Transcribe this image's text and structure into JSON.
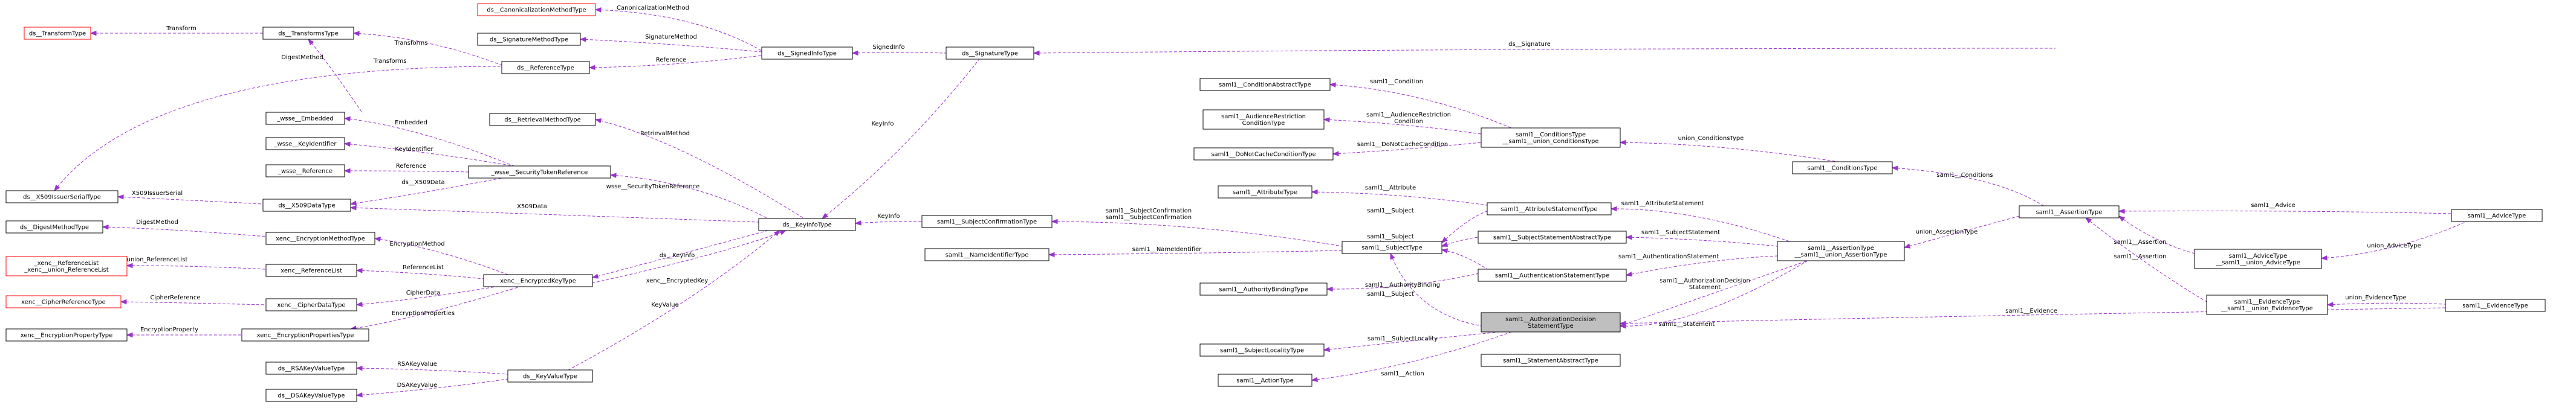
{
  "nodes": {
    "transform_type": [
      "ds__TransformType"
    ],
    "transforms_type": [
      "ds__TransformsType"
    ],
    "canon_method_type": [
      "ds__CanonicalizationMethodType"
    ],
    "signature_method_type": [
      "ds__SignatureMethodType"
    ],
    "reference_type": [
      "ds__ReferenceType"
    ],
    "signed_info_type": [
      "ds__SignedInfoType"
    ],
    "signature_type": [
      "ds__SignatureType"
    ],
    "retrieval_method_type": [
      "ds__RetrievalMethodType"
    ],
    "wsse_embedded": [
      "_wsse__Embedded"
    ],
    "wsse_keyidentifier": [
      "_wsse__KeyIdentifier"
    ],
    "wsse_reference": [
      "_wsse__Reference"
    ],
    "wsse_sectokenref": [
      "_wsse__SecurityTokenReference"
    ],
    "x509_issuer_serial": [
      "ds__X509IssuerSerialType"
    ],
    "x509_data_type": [
      "ds__X509DataType"
    ],
    "digest_method_type": [
      "ds__DigestMethodType"
    ],
    "key_info_type": [
      "ds__KeyInfoType"
    ],
    "xenc_reference_list": [
      "_xenc__ReferenceList",
      "_xenc__union_ReferenceList"
    ],
    "xenc_enc_method_type": [
      "xenc__EncryptionMethodType"
    ],
    "xenc_reference_list_type": [
      "xenc__ReferenceList"
    ],
    "xenc_encrypted_key_type": [
      "xenc__EncryptedKeyType"
    ],
    "xenc_cipher_ref_type": [
      "xenc__CipherReferenceType"
    ],
    "xenc_cipher_data_type": [
      "xenc__CipherDataType"
    ],
    "xenc_enc_property_type": [
      "xenc__EncryptionPropertyType"
    ],
    "xenc_enc_properties_type": [
      "xenc__EncryptionPropertiesType"
    ],
    "rsa_key_value_type": [
      "ds__RSAKeyValueType"
    ],
    "key_value_type": [
      "ds__KeyValueType"
    ],
    "dsa_key_value_type": [
      "ds__DSAKeyValueType"
    ],
    "subject_conf_type": [
      "saml1__SubjectConfirmationType"
    ],
    "name_identifier_type": [
      "saml1__NameIdentifierType"
    ],
    "subject_type": [
      "saml1__SubjectType"
    ],
    "attribute_type": [
      "saml1__AttributeType"
    ],
    "condition_abstract_type": [
      "saml1__ConditionAbstractType"
    ],
    "audience_restriction_type": [
      "saml1__AudienceRestriction",
      "ConditionType"
    ],
    "do_not_cache_type": [
      "saml1__DoNotCacheConditionType"
    ],
    "conditions_type_union": [
      "saml1__ConditionsType",
      "__saml1__union_ConditionsType"
    ],
    "conditions_type": [
      "saml1__ConditionsType"
    ],
    "attribute_statement_type": [
      "saml1__AttributeStatementType"
    ],
    "subject_statement_abstract_type": [
      "saml1__SubjectStatementAbstractType"
    ],
    "authn_statement_type": [
      "saml1__AuthenticationStatementType"
    ],
    "authority_binding_type": [
      "saml1__AuthorityBindingType"
    ],
    "authz_decision_type": [
      "saml1__AuthorizationDecision",
      "StatementType"
    ],
    "subject_locality_type": [
      "saml1__SubjectLocalityType"
    ],
    "statement_abstract_type": [
      "saml1__StatementAbstractType"
    ],
    "action_type": [
      "saml1__ActionType"
    ],
    "assertion_type_union": [
      "saml1__AssertionType",
      "__saml1__union_AssertionType"
    ],
    "assertion_type": [
      "saml1__AssertionType"
    ],
    "advice_type_union": [
      "saml1__AdviceType",
      "__saml1__union_AdviceType"
    ],
    "advice_type": [
      "saml1__AdviceType"
    ],
    "evidence_type_union": [
      "saml1__EvidenceType",
      "__saml1__union_EvidenceType"
    ],
    "evidence_type": [
      "saml1__EvidenceType"
    ]
  },
  "edges": {
    "transform": [
      "Transform"
    ],
    "canonicalization_method": [
      "CanonicalizationMethod"
    ],
    "transforms_1": [
      "Transforms"
    ],
    "transforms_2": [
      "Transforms"
    ],
    "signature_method": [
      "SignatureMethod"
    ],
    "digest_method_1": [
      "DigestMethod"
    ],
    "reference": [
      "Reference"
    ],
    "signed_info": [
      "SignedInfo"
    ],
    "signature": [
      "ds__Signature"
    ],
    "retrieval_method": [
      "RetrievalMethod"
    ],
    "key_info_1": [
      "KeyInfo"
    ],
    "embedded": [
      "Embedded"
    ],
    "key_identifier": [
      "KeyIdentifier"
    ],
    "reference_wsse": [
      "Reference"
    ],
    "x509_data_wsse": [
      "ds__X509Data"
    ],
    "x509_issuer_serial": [
      "X509IssuerSerial"
    ],
    "wsse_sec_token_ref": [
      "wsse__SecurityTokenReference"
    ],
    "x509_data": [
      "X509Data"
    ],
    "digest_method_2": [
      "DigestMethod"
    ],
    "encryption_method": [
      "EncryptionMethod"
    ],
    "union_reference_list": [
      "union_ReferenceList"
    ],
    "reference_list": [
      "ReferenceList"
    ],
    "cipher_data": [
      "CipherData"
    ],
    "cipher_reference": [
      "CipherReference"
    ],
    "encryption_properties": [
      "EncryptionProperties"
    ],
    "encryption_property": [
      "EncryptionProperty"
    ],
    "ds_key_info": [
      "ds__KeyInfo"
    ],
    "xenc_encrypted_key": [
      "xenc__EncryptedKey"
    ],
    "key_value": [
      "KeyValue"
    ],
    "rsa_key_value": [
      "RSAKeyValue"
    ],
    "dsa_key_value": [
      "DSAKeyValue"
    ],
    "key_info_2": [
      "KeyInfo"
    ],
    "subject_confirmation": [
      "saml1__SubjectConfirmation",
      "saml1__SubjectConfirmation"
    ],
    "name_identifier": [
      "saml1__NameIdentifier"
    ],
    "condition": [
      "saml1__Condition"
    ],
    "audience_restriction": [
      "saml1__AudienceRestriction",
      "Condition"
    ],
    "do_not_cache": [
      "saml1__DoNotCacheCondition"
    ],
    "union_conditions": [
      "union_ConditionsType"
    ],
    "conditions": [
      "saml1__Conditions"
    ],
    "attribute": [
      "saml1__Attribute"
    ],
    "subject_1": [
      "saml1__Subject"
    ],
    "subject_2": [
      "saml1__Subject"
    ],
    "subject_3": [
      "saml1__Subject"
    ],
    "subject_4": [
      "saml1__Subject"
    ],
    "attribute_statement": [
      "saml1__AttributeStatement"
    ],
    "subject_statement": [
      "saml1__SubjectStatement"
    ],
    "authentication_statement": [
      "saml1__AuthenticationStatement"
    ],
    "authorization_decision": [
      "saml1__AuthorizationDecision",
      "Statement"
    ],
    "authority_binding": [
      "saml1__AuthorityBinding"
    ],
    "subject_locality": [
      "saml1__SubjectLocality"
    ],
    "action": [
      "saml1__Action"
    ],
    "statement": [
      "saml1__Statement"
    ],
    "union_assertion": [
      "union_AssertionType"
    ],
    "assertion_1": [
      "saml1__Assertion"
    ],
    "assertion_2": [
      "saml1__Assertion"
    ],
    "advice": [
      "saml1__Advice"
    ],
    "union_advice": [
      "union_AdviceType"
    ],
    "union_evidence": [
      "union_EvidenceType"
    ],
    "evidence": [
      "saml1__Evidence"
    ]
  },
  "colors": {
    "edge": "#9a32cd",
    "node_border": "#000000",
    "node_border_red": "#ff0000",
    "focus_fill": "#bfbfbf",
    "background": "#ffffff"
  }
}
